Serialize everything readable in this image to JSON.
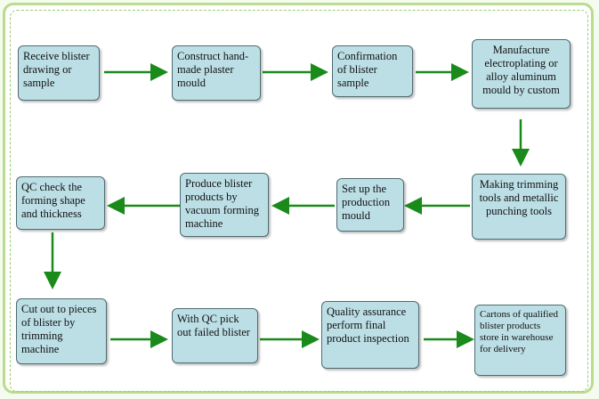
{
  "diagram": {
    "steps": [
      {
        "id": "s1",
        "text": "Receive blister drawing or sample"
      },
      {
        "id": "s2",
        "text": "Construct hand-made plaster mould"
      },
      {
        "id": "s3",
        "text": "Confirmation of blister sample"
      },
      {
        "id": "s4",
        "text": "Manufacture electroplating or alloy aluminum mould by custom"
      },
      {
        "id": "s5",
        "text": "Making trimming tools and metallic punching tools"
      },
      {
        "id": "s6",
        "text": "Set up the production mould"
      },
      {
        "id": "s7",
        "text": "Produce blister products by vacuum forming machine"
      },
      {
        "id": "s8",
        "text": "QC check the forming shape and thickness"
      },
      {
        "id": "s9",
        "text": "Cut out to pieces of blister by trimming machine"
      },
      {
        "id": "s10",
        "text": "With QC pick out failed blister"
      },
      {
        "id": "s11",
        "text": "Quality assurance perform final product inspection"
      },
      {
        "id": "s12",
        "text": "Cartons of qualified blister products store in warehouse for delivery"
      }
    ],
    "flow": [
      "s1",
      "s2",
      "s3",
      "s4",
      "s5",
      "s6",
      "s7",
      "s8",
      "s9",
      "s10",
      "s11",
      "s12"
    ],
    "colors": {
      "box_fill": "#bcdfe6",
      "box_border": "#4f6b70",
      "arrow": "#1a8a1a",
      "frame": "#b9dc8f"
    }
  }
}
